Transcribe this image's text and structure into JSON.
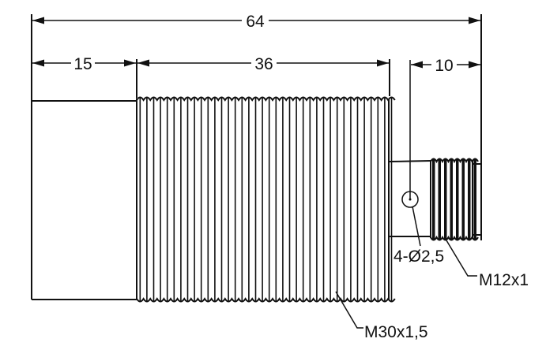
{
  "drawing": {
    "dimensions": {
      "overall_length": "64",
      "body_length": "15",
      "thread_length": "36",
      "connector_length": "10"
    },
    "callouts": {
      "holes": "4-Ø2,5",
      "connector_thread": "M12x1",
      "main_thread": "M30x1,5"
    }
  }
}
